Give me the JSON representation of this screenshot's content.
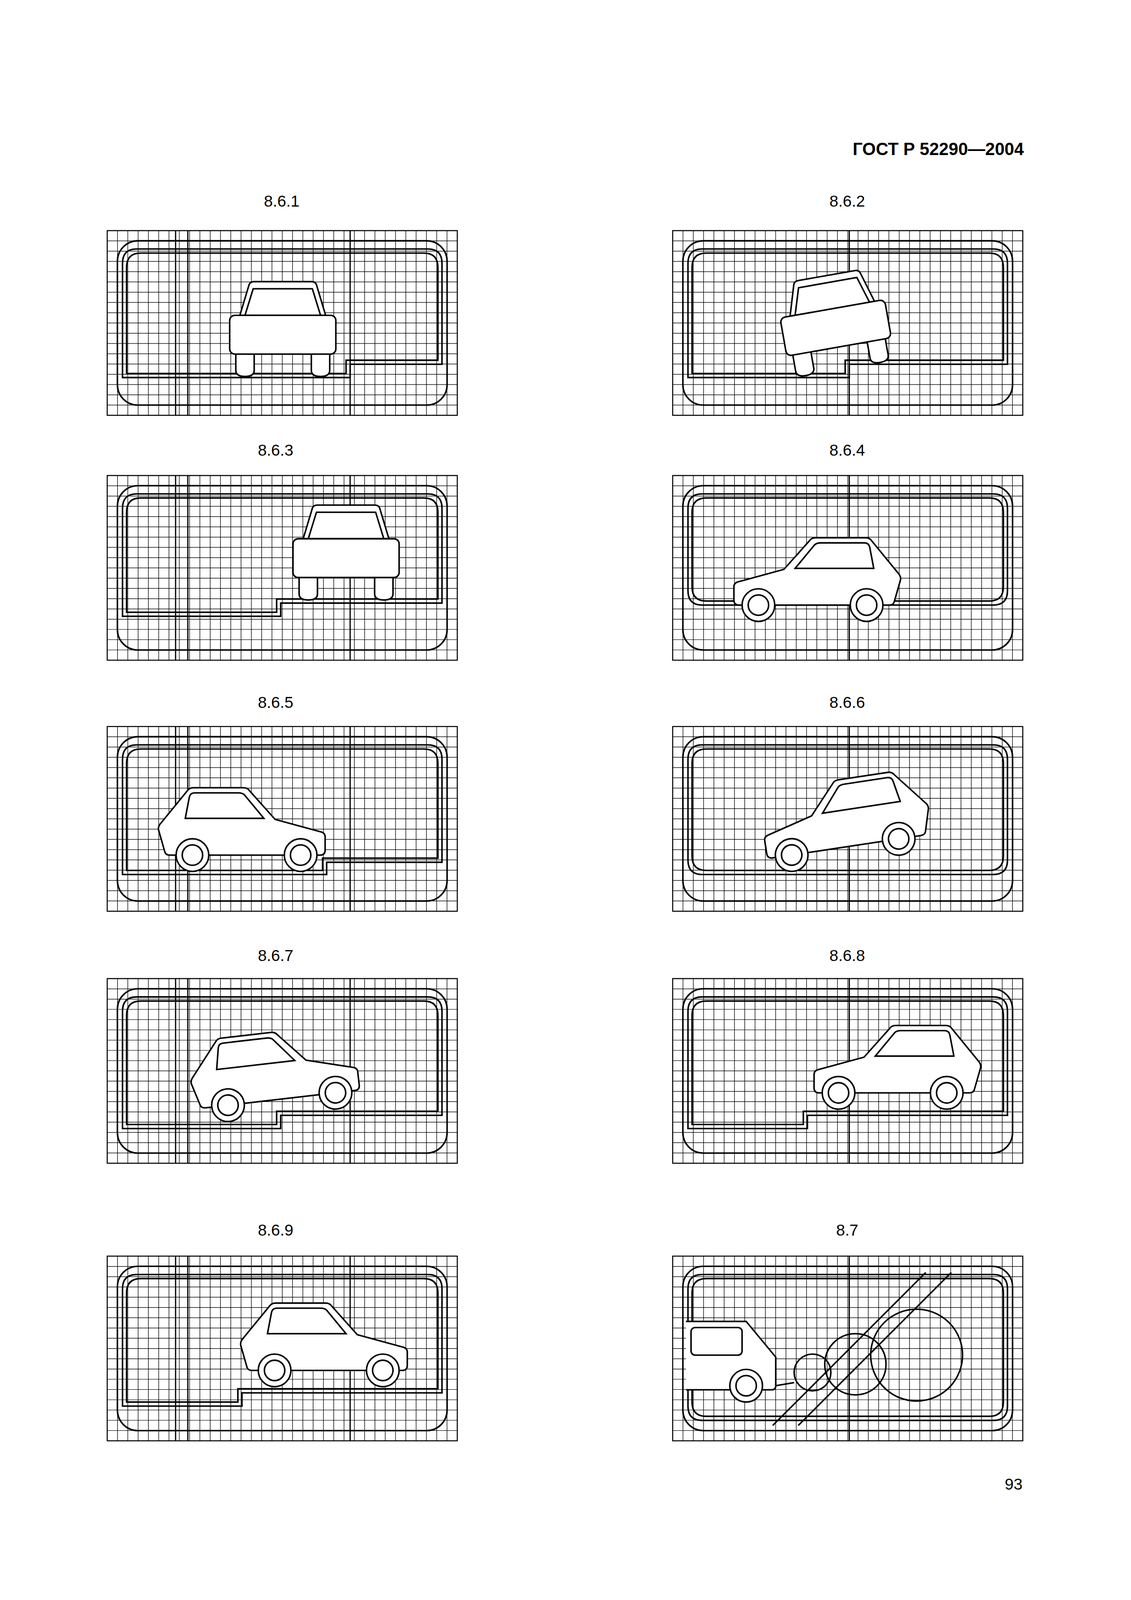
{
  "diagram": {
    "labels": [
      "ГОСТ Р 52290—2004",
      "8.6.1",
      "8.6.2",
      "8.6.3",
      "8.6.4",
      "8.6.5",
      "8.6.6",
      "8.6.7",
      "8.6.8",
      "8.6.9",
      "8.7",
      "93"
    ]
  }
}
